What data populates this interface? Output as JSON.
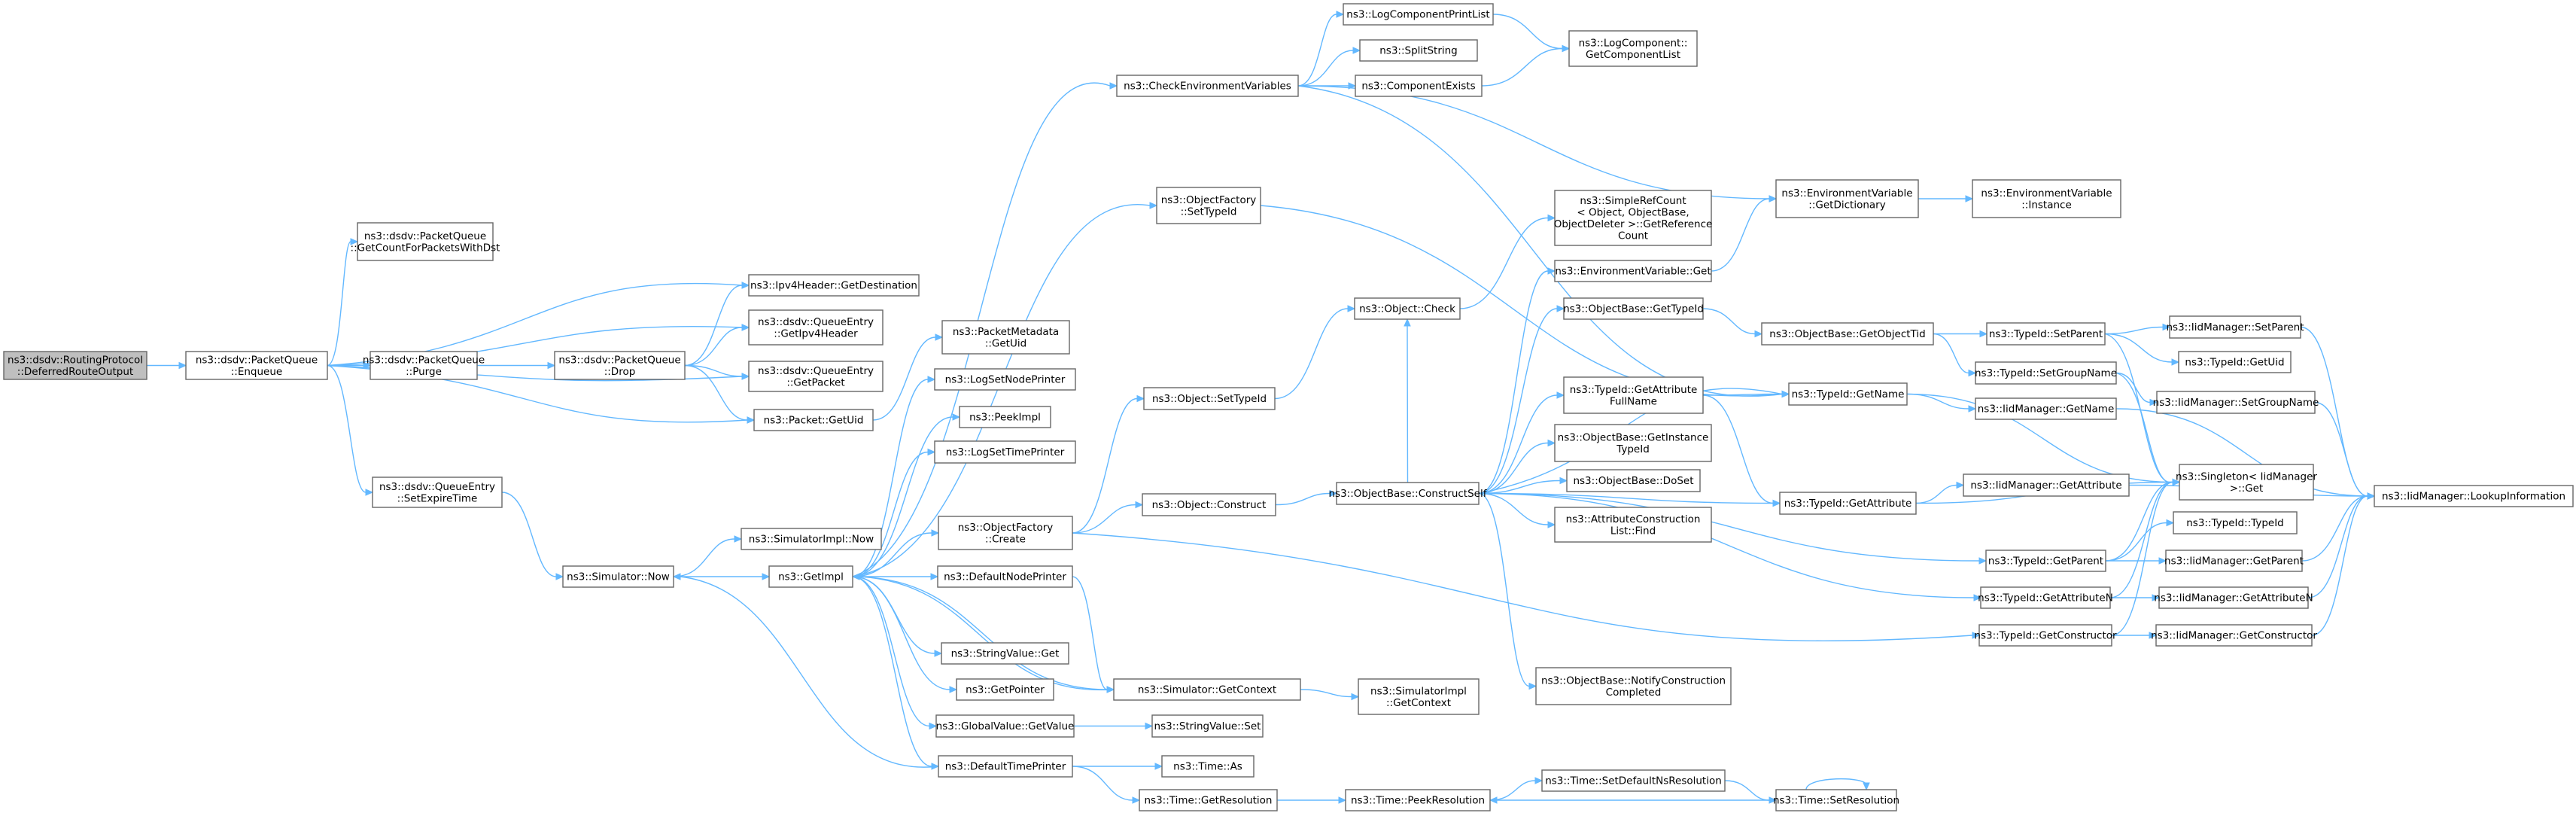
{
  "nodes": [
    {
      "id": "root",
      "lines": [
        "ns3::dsdv::RoutingProtocol",
        "::DeferredRouteOutput"
      ],
      "highlight": true
    },
    {
      "id": "enqueue",
      "lines": [
        "ns3::dsdv::PacketQueue",
        "::Enqueue"
      ]
    },
    {
      "id": "getcount",
      "lines": [
        "ns3::dsdv::PacketQueue",
        "::GetCountForPacketsWithDst"
      ]
    },
    {
      "id": "ipv4dest",
      "lines": [
        "ns3::Ipv4Header::GetDestination"
      ]
    },
    {
      "id": "purge",
      "lines": [
        "ns3::dsdv::PacketQueue",
        "::Purge"
      ]
    },
    {
      "id": "drop",
      "lines": [
        "ns3::dsdv::PacketQueue",
        "::Drop"
      ]
    },
    {
      "id": "getipv4header",
      "lines": [
        "ns3::dsdv::QueueEntry",
        "::GetIpv4Header"
      ]
    },
    {
      "id": "getpacket",
      "lines": [
        "ns3::dsdv::QueueEntry",
        "::GetPacket"
      ]
    },
    {
      "id": "packetgetuid",
      "lines": [
        "ns3::Packet::GetUid"
      ]
    },
    {
      "id": "setexpiretime",
      "lines": [
        "ns3::dsdv::QueueEntry",
        "::SetExpireTime"
      ]
    },
    {
      "id": "simnow",
      "lines": [
        "ns3::Simulator::Now"
      ]
    },
    {
      "id": "simimplnow",
      "lines": [
        "ns3::SimulatorImpl::Now"
      ]
    },
    {
      "id": "getimpl",
      "lines": [
        "ns3::GetImpl"
      ]
    },
    {
      "id": "pktmetagetuid",
      "lines": [
        "ns3::PacketMetadata",
        "::GetUid"
      ]
    },
    {
      "id": "logsetnodeprinter",
      "lines": [
        "ns3::LogSetNodePrinter"
      ]
    },
    {
      "id": "peekimpl",
      "lines": [
        "ns3::PeekImpl"
      ]
    },
    {
      "id": "logsettimeprinter",
      "lines": [
        "ns3::LogSetTimePrinter"
      ]
    },
    {
      "id": "objfactorycreate",
      "lines": [
        "ns3::ObjectFactory",
        "::Create"
      ]
    },
    {
      "id": "defaultnodeprinter",
      "lines": [
        "ns3::DefaultNodePrinter"
      ]
    },
    {
      "id": "stringvalueget",
      "lines": [
        "ns3::StringValue::Get"
      ]
    },
    {
      "id": "getpointer",
      "lines": [
        "ns3::GetPointer"
      ]
    },
    {
      "id": "globalvaluegetvalue",
      "lines": [
        "ns3::GlobalValue::GetValue"
      ]
    },
    {
      "id": "defaulttimeprinter",
      "lines": [
        "ns3::DefaultTimePrinter"
      ]
    },
    {
      "id": "checkenv",
      "lines": [
        "ns3::CheckEnvironmentVariables"
      ]
    },
    {
      "id": "logcomponentprintlist",
      "lines": [
        "ns3::LogComponentPrintList"
      ]
    },
    {
      "id": "splitstring",
      "lines": [
        "ns3::SplitString"
      ]
    },
    {
      "id": "componentexists",
      "lines": [
        "ns3::ComponentExists"
      ]
    },
    {
      "id": "getcomponentlist",
      "lines": [
        "ns3::LogComponent::",
        "GetComponentList"
      ]
    },
    {
      "id": "objfactorysettypeid",
      "lines": [
        "ns3::ObjectFactory",
        "::SetTypeId"
      ]
    },
    {
      "id": "objectsettypeid",
      "lines": [
        "ns3::Object::SetTypeId"
      ]
    },
    {
      "id": "objectconstruct",
      "lines": [
        "ns3::Object::Construct"
      ]
    },
    {
      "id": "objectcheck",
      "lines": [
        "ns3::Object::Check"
      ]
    },
    {
      "id": "simplerefcount",
      "lines": [
        "ns3::SimpleRefCount",
        "< Object, ObjectBase,",
        "ObjectDeleter >::GetReference",
        "Count"
      ]
    },
    {
      "id": "envget",
      "lines": [
        "ns3::EnvironmentVariable::Get"
      ]
    },
    {
      "id": "envgetdict",
      "lines": [
        "ns3::EnvironmentVariable",
        "::GetDictionary"
      ]
    },
    {
      "id": "envinstance",
      "lines": [
        "ns3::EnvironmentVariable",
        "::Instance"
      ]
    },
    {
      "id": "objbasegettypeid",
      "lines": [
        "ns3::ObjectBase::GetTypeId"
      ]
    },
    {
      "id": "objbasegetobjecttid",
      "lines": [
        "ns3::ObjectBase::GetObjectTid"
      ]
    },
    {
      "id": "typeidsetparent",
      "lines": [
        "ns3::TypeId::SetParent"
      ]
    },
    {
      "id": "iidsetparent",
      "lines": [
        "ns3::IidManager::SetParent"
      ]
    },
    {
      "id": "typeidgetuid",
      "lines": [
        "ns3::TypeId::GetUid"
      ]
    },
    {
      "id": "typeidsetgroupname",
      "lines": [
        "ns3::TypeId::SetGroupName"
      ]
    },
    {
      "id": "iidsetgroupname",
      "lines": [
        "ns3::IidManager::SetGroupName"
      ]
    },
    {
      "id": "typeidgetattrfullname",
      "lines": [
        "ns3::TypeId::GetAttribute",
        "FullName"
      ]
    },
    {
      "id": "typeidgetname",
      "lines": [
        "ns3::TypeId::GetName"
      ]
    },
    {
      "id": "iidgetname",
      "lines": [
        "ns3::IidManager::GetName"
      ]
    },
    {
      "id": "objbasegetinstancetypeid",
      "lines": [
        "ns3::ObjectBase::GetInstance",
        "TypeId"
      ]
    },
    {
      "id": "objbasedoset",
      "lines": [
        "ns3::ObjectBase::DoSet"
      ]
    },
    {
      "id": "attrconstructionlistfind",
      "lines": [
        "ns3::AttributeConstruction",
        "List::Find"
      ]
    },
    {
      "id": "constructself",
      "lines": [
        "ns3::ObjectBase::ConstructSelf"
      ]
    },
    {
      "id": "typeidgetattribute",
      "lines": [
        "ns3::TypeId::GetAttribute"
      ]
    },
    {
      "id": "iidgetattribute",
      "lines": [
        "ns3::IidManager::GetAttribute"
      ]
    },
    {
      "id": "singletonget",
      "lines": [
        "ns3::Singleton< IidManager",
        "  >::Get"
      ]
    },
    {
      "id": "lookupinfo",
      "lines": [
        "ns3::IidManager::LookupInformation"
      ]
    },
    {
      "id": "typeidtypeid",
      "lines": [
        "ns3::TypeId::TypeId"
      ]
    },
    {
      "id": "typeidgetparent",
      "lines": [
        "ns3::TypeId::GetParent"
      ]
    },
    {
      "id": "iidgetparent",
      "lines": [
        "ns3::IidManager::GetParent"
      ]
    },
    {
      "id": "typeidgetattributen",
      "lines": [
        "ns3::TypeId::GetAttributeN"
      ]
    },
    {
      "id": "iidgetattributen",
      "lines": [
        "ns3::IidManager::GetAttributeN"
      ]
    },
    {
      "id": "typeidgetconstructor",
      "lines": [
        "ns3::TypeId::GetConstructor"
      ]
    },
    {
      "id": "iidgetconstructor",
      "lines": [
        "ns3::IidManager::GetConstructor"
      ]
    },
    {
      "id": "notifyconstruction",
      "lines": [
        "ns3::ObjectBase::NotifyConstruction",
        "Completed"
      ]
    },
    {
      "id": "simgetcontext",
      "lines": [
        "ns3::Simulator::GetContext"
      ]
    },
    {
      "id": "simimplgetcontext",
      "lines": [
        "ns3::SimulatorImpl",
        "::GetContext"
      ]
    },
    {
      "id": "stringvalueset",
      "lines": [
        "ns3::StringValue::Set"
      ]
    },
    {
      "id": "timeas",
      "lines": [
        "ns3::Time::As"
      ]
    },
    {
      "id": "timegetresolution",
      "lines": [
        "ns3::Time::GetResolution"
      ]
    },
    {
      "id": "timepeekresolution",
      "lines": [
        "ns3::Time::PeekResolution"
      ]
    },
    {
      "id": "timesetdefaultns",
      "lines": [
        "ns3::Time::SetDefaultNsResolution"
      ]
    },
    {
      "id": "timesetresolution",
      "lines": [
        "ns3::Time::SetResolution"
      ]
    }
  ],
  "edges": [
    [
      "root",
      "enqueue"
    ],
    [
      "enqueue",
      "getcount"
    ],
    [
      "enqueue",
      "ipv4dest"
    ],
    [
      "enqueue",
      "getipv4header"
    ],
    [
      "enqueue",
      "purge"
    ],
    [
      "enqueue",
      "getpacket"
    ],
    [
      "enqueue",
      "packetgetuid"
    ],
    [
      "enqueue",
      "setexpiretime"
    ],
    [
      "purge",
      "drop"
    ],
    [
      "drop",
      "ipv4dest"
    ],
    [
      "drop",
      "getipv4header"
    ],
    [
      "drop",
      "getpacket"
    ],
    [
      "drop",
      "packetgetuid"
    ],
    [
      "packetgetuid",
      "pktmetagetuid"
    ],
    [
      "setexpiretime",
      "simnow"
    ],
    [
      "simnow",
      "simimplnow"
    ],
    [
      "simnow",
      "getimpl"
    ],
    [
      "getimpl",
      "checkenv"
    ],
    [
      "getimpl",
      "logsetnodeprinter"
    ],
    [
      "getimpl",
      "peekimpl"
    ],
    [
      "getimpl",
      "logsettimeprinter"
    ],
    [
      "getimpl",
      "objfactorycreate"
    ],
    [
      "getimpl",
      "defaultnodeprinter"
    ],
    [
      "getimpl",
      "stringvalueget"
    ],
    [
      "getimpl",
      "getpointer"
    ],
    [
      "getimpl",
      "globalvaluegetvalue"
    ],
    [
      "getimpl",
      "defaulttimeprinter"
    ],
    [
      "getimpl",
      "objfactorysettypeid"
    ],
    [
      "getimpl",
      "simgetcontext"
    ],
    [
      "checkenv",
      "logcomponentprintlist"
    ],
    [
      "checkenv",
      "splitstring"
    ],
    [
      "checkenv",
      "componentexists"
    ],
    [
      "checkenv",
      "envgetdict"
    ],
    [
      "checkenv",
      "typeidgetname"
    ],
    [
      "logcomponentprintlist",
      "getcomponentlist"
    ],
    [
      "componentexists",
      "getcomponentlist"
    ],
    [
      "objfactorysettypeid",
      "typeidgetname"
    ],
    [
      "objfactorycreate",
      "objectsettypeid"
    ],
    [
      "objfactorycreate",
      "objectconstruct"
    ],
    [
      "objfactorycreate",
      "typeidgetconstructor"
    ],
    [
      "objectsettypeid",
      "objectcheck"
    ],
    [
      "objectcheck",
      "simplerefcount"
    ],
    [
      "objectconstruct",
      "constructself"
    ],
    [
      "constructself",
      "envget"
    ],
    [
      "constructself",
      "objbasegettypeid"
    ],
    [
      "constructself",
      "typeidgetname"
    ],
    [
      "constructself",
      "typeidgetattrfullname"
    ],
    [
      "constructself",
      "objbasegetinstancetypeid"
    ],
    [
      "constructself",
      "objbasedoset"
    ],
    [
      "constructself",
      "attrconstructionlistfind"
    ],
    [
      "constructself",
      "typeidgetattribute"
    ],
    [
      "constructself",
      "typeidgetparent"
    ],
    [
      "constructself",
      "typeidgetattributen"
    ],
    [
      "constructself",
      "notifyconstruction"
    ],
    [
      "constructself",
      "objectcheck"
    ],
    [
      "envget",
      "envgetdict"
    ],
    [
      "envgetdict",
      "envinstance"
    ],
    [
      "objbasegettypeid",
      "objbasegetobjecttid"
    ],
    [
      "objbasegetobjecttid",
      "typeidsetparent"
    ],
    [
      "objbasegetobjecttid",
      "typeidsetgroupname"
    ],
    [
      "typeidsetparent",
      "iidsetparent"
    ],
    [
      "typeidsetparent",
      "typeidgetuid"
    ],
    [
      "typeidsetparent",
      "singletonget"
    ],
    [
      "typeidsetgroupname",
      "iidsetgroupname"
    ],
    [
      "typeidsetgroupname",
      "singletonget"
    ],
    [
      "iidsetparent",
      "lookupinfo"
    ],
    [
      "iidsetgroupname",
      "lookupinfo"
    ],
    [
      "typeidgetattrfullname",
      "typeidgetname"
    ],
    [
      "typeidgetattrfullname",
      "typeidgetattribute"
    ],
    [
      "typeidgetname",
      "iidgetname"
    ],
    [
      "typeidgetname",
      "singletonget"
    ],
    [
      "iidgetname",
      "lookupinfo"
    ],
    [
      "typeidgetattribute",
      "iidgetattribute"
    ],
    [
      "typeidgetattribute",
      "singletonget"
    ],
    [
      "iidgetattribute",
      "lookupinfo"
    ],
    [
      "typeidgetparent",
      "typeidtypeid"
    ],
    [
      "typeidgetparent",
      "iidgetparent"
    ],
    [
      "typeidgetparent",
      "singletonget"
    ],
    [
      "iidgetparent",
      "lookupinfo"
    ],
    [
      "typeidgetattributen",
      "iidgetattributen"
    ],
    [
      "typeidgetattributen",
      "singletonget"
    ],
    [
      "iidgetattributen",
      "lookupinfo"
    ],
    [
      "typeidgetconstructor",
      "iidgetconstructor"
    ],
    [
      "typeidgetconstructor",
      "singletonget"
    ],
    [
      "iidgetconstructor",
      "lookupinfo"
    ],
    [
      "defaultnodeprinter",
      "simgetcontext"
    ],
    [
      "simgetcontext",
      "getimpl"
    ],
    [
      "simgetcontext",
      "simimplgetcontext"
    ],
    [
      "globalvaluegetvalue",
      "stringvalueset"
    ],
    [
      "defaulttimeprinter",
      "simnow"
    ],
    [
      "defaulttimeprinter",
      "timeas"
    ],
    [
      "defaulttimeprinter",
      "timegetresolution"
    ],
    [
      "timegetresolution",
      "timepeekresolution"
    ],
    [
      "timepeekresolution",
      "timesetdefaultns"
    ],
    [
      "timesetdefaultns",
      "timesetresolution"
    ],
    [
      "timesetresolution",
      "timepeekresolution"
    ],
    [
      "timesetresolution",
      "timesetresolution"
    ]
  ]
}
